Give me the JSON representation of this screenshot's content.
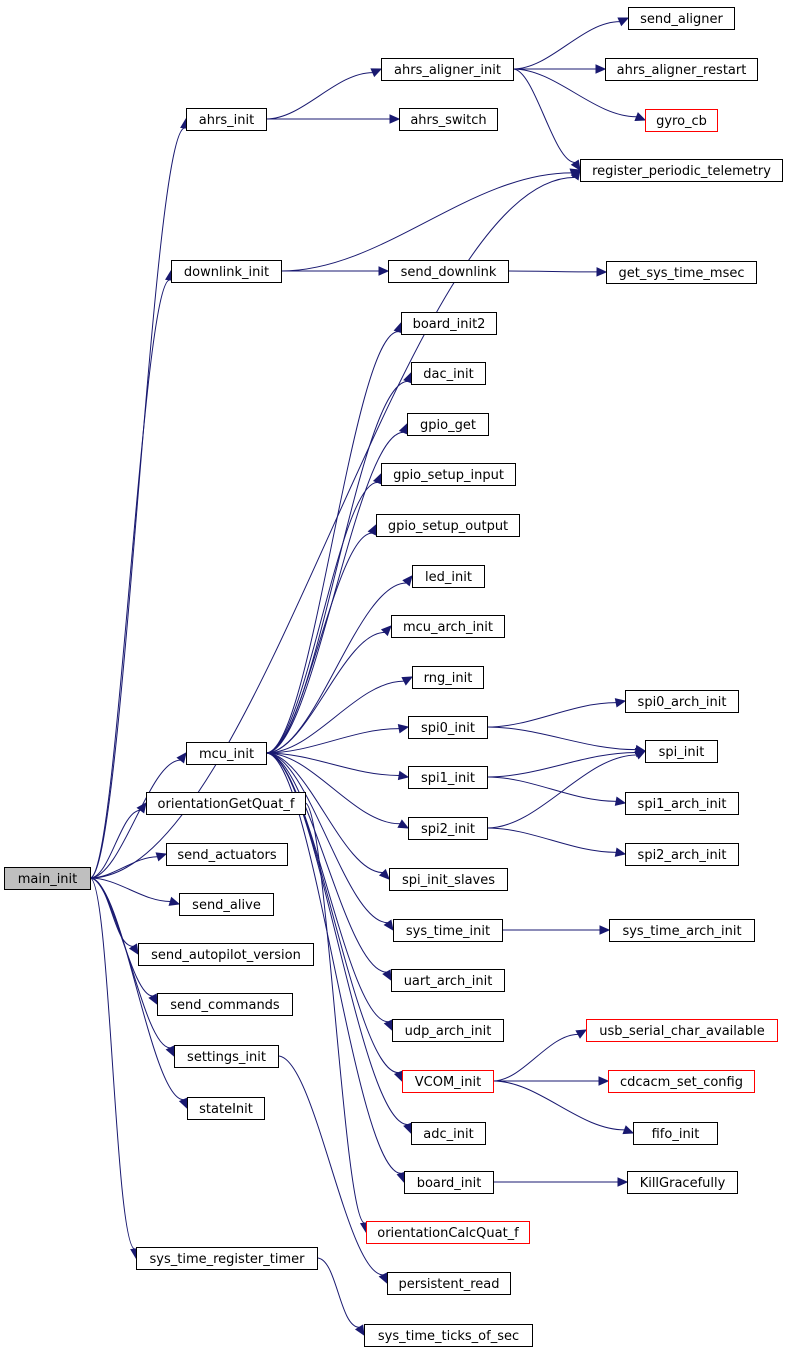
{
  "colors": {
    "edge": "#191970",
    "node_border": "#000000",
    "node_border_truncated": "#ff0000",
    "node_fill": "#ffffff",
    "root_fill": "#bfbfbf"
  },
  "nodes": {
    "main_init": "main_init",
    "ahrs_init": "ahrs_init",
    "ahrs_aligner_init": "ahrs_aligner_init",
    "send_aligner": "send_aligner",
    "ahrs_aligner_restart": "ahrs_aligner_restart",
    "gyro_cb": "gyro_cb",
    "register_periodic_telemetry": "register_periodic_telemetry",
    "ahrs_switch": "ahrs_switch",
    "downlink_init": "downlink_init",
    "send_downlink": "send_downlink",
    "get_sys_time_msec": "get_sys_time_msec",
    "board_init2": "board_init2",
    "dac_init": "dac_init",
    "gpio_get": "gpio_get",
    "gpio_setup_input": "gpio_setup_input",
    "gpio_setup_output": "gpio_setup_output",
    "led_init": "led_init",
    "mcu_arch_init": "mcu_arch_init",
    "rng_init": "rng_init",
    "spi0_arch_init": "spi0_arch_init",
    "mcu_init": "mcu_init",
    "spi0_init": "spi0_init",
    "spi_init": "spi_init",
    "spi1_init": "spi1_init",
    "spi1_arch_init": "spi1_arch_init",
    "orientationGetQuat_f": "orientationGetQuat_f",
    "spi2_init": "spi2_init",
    "send_actuators": "send_actuators",
    "spi2_arch_init": "spi2_arch_init",
    "spi_init_slaves": "spi_init_slaves",
    "send_alive": "send_alive",
    "sys_time_init": "sys_time_init",
    "sys_time_arch_init": "sys_time_arch_init",
    "send_autopilot_version": "send_autopilot_version",
    "uart_arch_init": "uart_arch_init",
    "send_commands": "send_commands",
    "udp_arch_init": "udp_arch_init",
    "usb_serial_char_available": "usb_serial_char_available",
    "settings_init": "settings_init",
    "VCOM_init": "VCOM_init",
    "cdcacm_set_config": "cdcacm_set_config",
    "stateInit": "stateInit",
    "fifo_init": "fifo_init",
    "adc_init": "adc_init",
    "board_init": "board_init",
    "KillGracefully": "KillGracefully",
    "orientationCalcQuat_f": "orientationCalcQuat_f",
    "sys_time_register_timer": "sys_time_register_timer",
    "persistent_read": "persistent_read",
    "sys_time_ticks_of_sec": "sys_time_ticks_of_sec"
  },
  "truncated_nodes": [
    "gyro_cb",
    "usb_serial_char_available",
    "VCOM_init",
    "cdcacm_set_config",
    "orientationCalcQuat_f"
  ],
  "root_node": "main_init"
}
